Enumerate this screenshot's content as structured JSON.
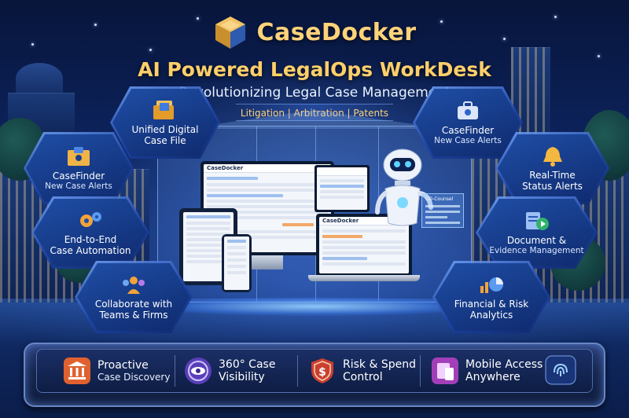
{
  "header": {
    "brand": "CaseDocker",
    "title": "AI Powered LegalOps WorkDesk",
    "subtitle": "Revolutionizing Legal Case Management",
    "tagline": "Litigation | Arbitration | Patents"
  },
  "left_features": [
    {
      "line1": "Unified Digital",
      "line2": "Case File",
      "icon": "folder-icon"
    },
    {
      "line1": "CaseFinder",
      "line2": "New Case Alerts",
      "icon": "case-folder-icon"
    },
    {
      "line1": "End-to-End",
      "line2": "Case Automation",
      "icon": "gears-icon"
    },
    {
      "line1": "Collaborate with",
      "line2": "Teams & Firms",
      "icon": "team-icon"
    }
  ],
  "right_features": [
    {
      "line1": "CaseFinder",
      "line2": "New Case Alerts",
      "icon": "briefcase-icon"
    },
    {
      "line1": "Real-Time",
      "line2": "Status Alerts",
      "icon": "bell-icon"
    },
    {
      "line1": "Document &",
      "line2": "Evidence Management",
      "icon": "document-video-icon"
    },
    {
      "line1": "Financial & Risk",
      "line2": "Analytics",
      "icon": "pie-chart-icon"
    }
  ],
  "devices": {
    "monitor_brand": "CaseDocker",
    "laptop_brand": "CaseDocker",
    "holo_label": "CO-Counsel"
  },
  "bottom_features": [
    {
      "line1": "Proactive",
      "line2": "Case Discovery",
      "icon": "courthouse-icon"
    },
    {
      "line1": "360° Case",
      "line2": "Visibility",
      "icon": "eye-icon"
    },
    {
      "line1": "Risk & Spend",
      "line2": "Control",
      "icon": "dollar-shield-icon"
    },
    {
      "line1": "Mobile Access",
      "line2": "Anywhere",
      "icon": "mobile-icon"
    }
  ],
  "colors": {
    "accent_gold": "#ffd37a",
    "hex_fill": "#1f4ea6",
    "console": "#15264e"
  }
}
